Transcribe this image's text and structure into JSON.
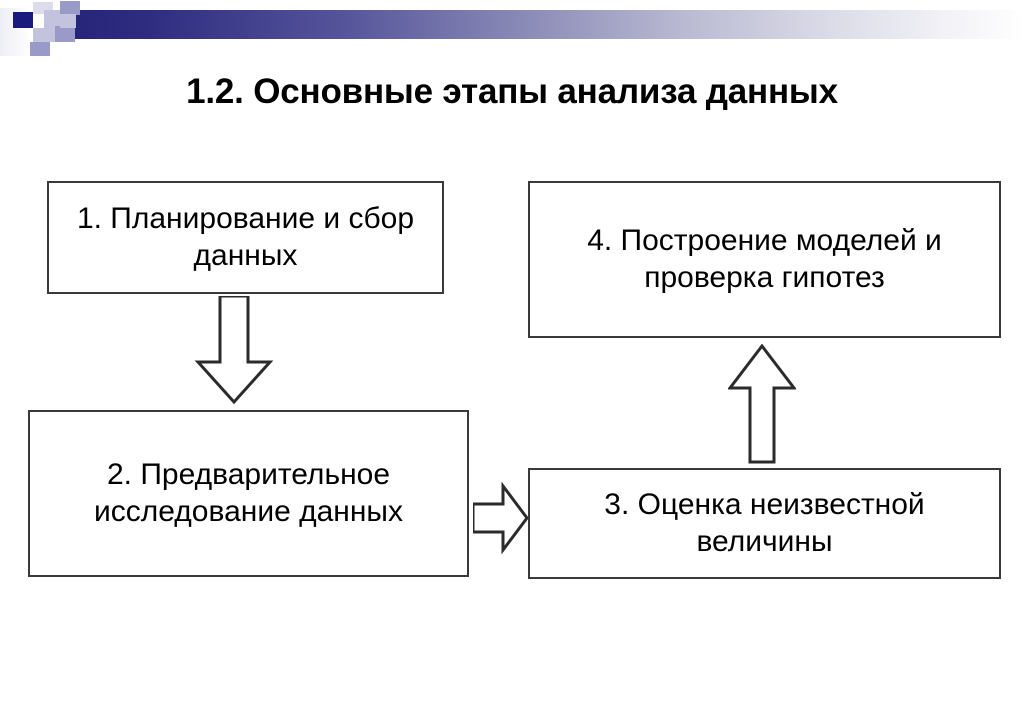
{
  "slide": {
    "title": "1.2. Основные этапы анализа данных",
    "background_color": "#ffffff"
  },
  "header": {
    "gradient_from": "#26257a",
    "gradient_to": "#ffffff",
    "accent_dark": "#1b1b7e",
    "accent_mid": "#9a9ac8",
    "accent_light": "#c3c3de",
    "accent_pale": "#dcdcec"
  },
  "diagram": {
    "type": "flowchart",
    "nodes": [
      {
        "id": "1",
        "label": "1. Планирование и сбор данных"
      },
      {
        "id": "2",
        "label": "2. Предварительное исследование данных"
      },
      {
        "id": "3",
        "label": "3. Оценка неизвестной величины"
      },
      {
        "id": "4",
        "label": "4. Построение моделей и проверка гипотез"
      }
    ],
    "edges": [
      {
        "from": "1",
        "to": "2",
        "direction": "down"
      },
      {
        "from": "2",
        "to": "3",
        "direction": "right"
      },
      {
        "from": "3",
        "to": "4",
        "direction": "up"
      }
    ]
  }
}
